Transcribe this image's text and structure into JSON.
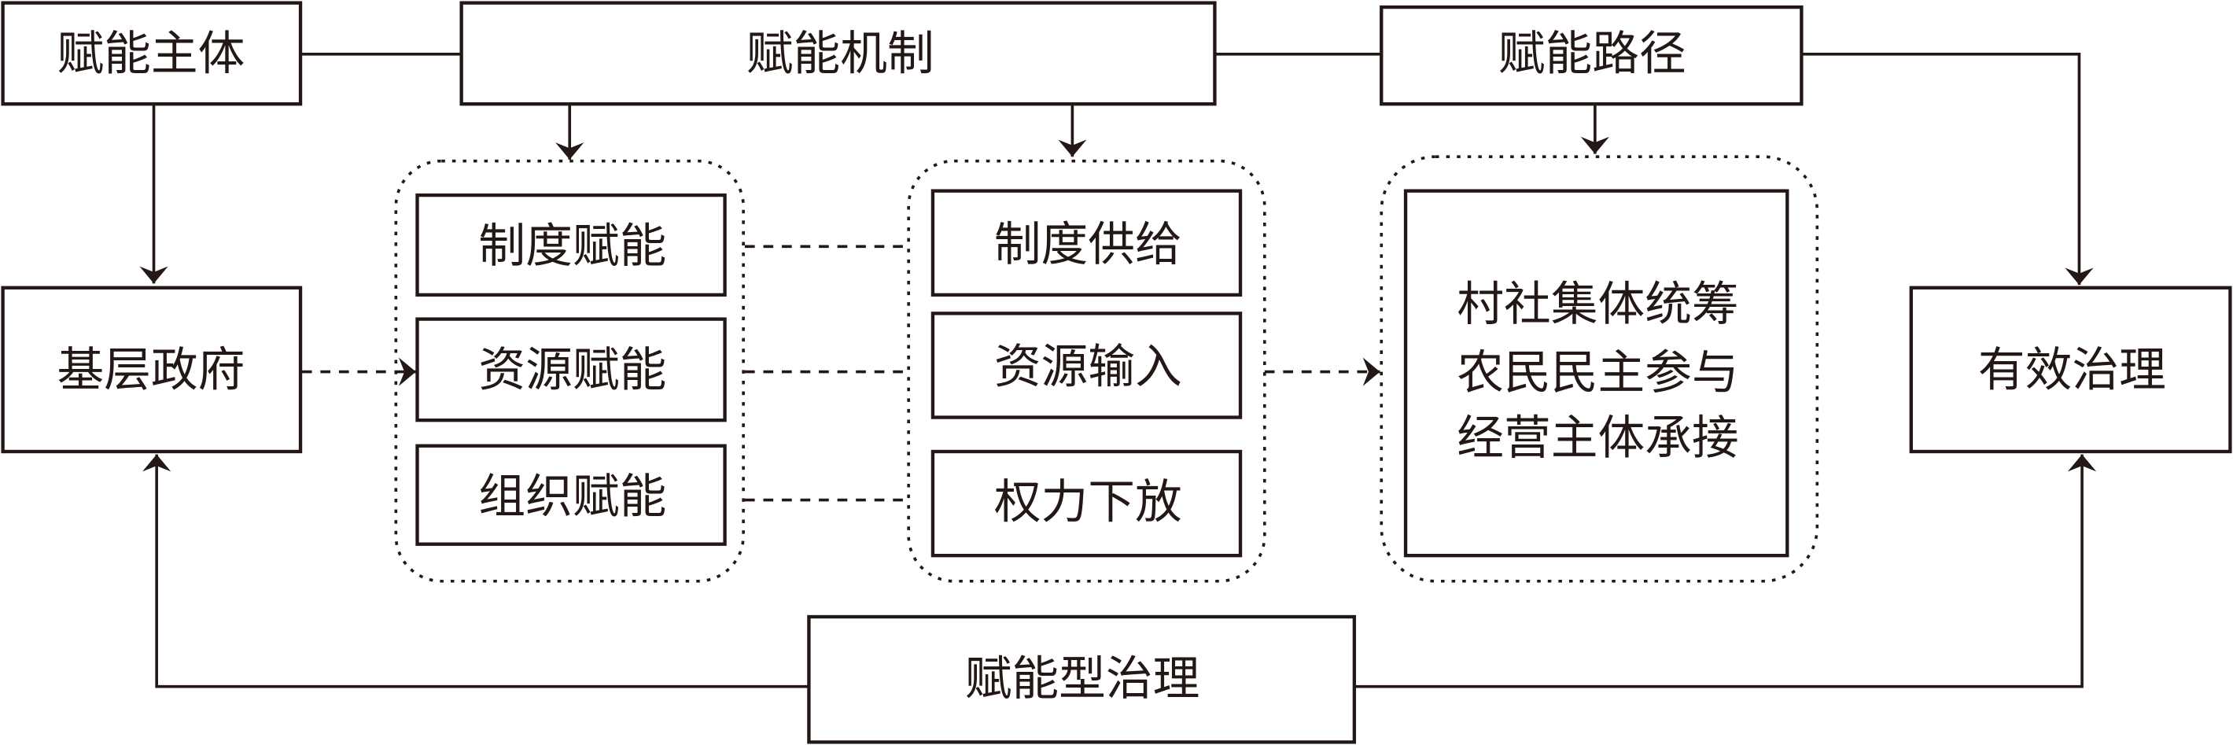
{
  "diagram": {
    "top": {
      "subject": "赋能主体",
      "mechanism": "赋能机制",
      "path": "赋能路径"
    },
    "left": {
      "government": "基层政府"
    },
    "right": {
      "outcome": "有效治理"
    },
    "bottom": {
      "governance": "赋能型治理"
    },
    "mechanism_group": [
      "制度赋能",
      "资源赋能",
      "组织赋能"
    ],
    "supply_group": [
      "制度供给",
      "资源输入",
      "权力下放"
    ],
    "path_group": [
      "村社集体统筹",
      "农民民主参与",
      "经营主体承接"
    ]
  }
}
